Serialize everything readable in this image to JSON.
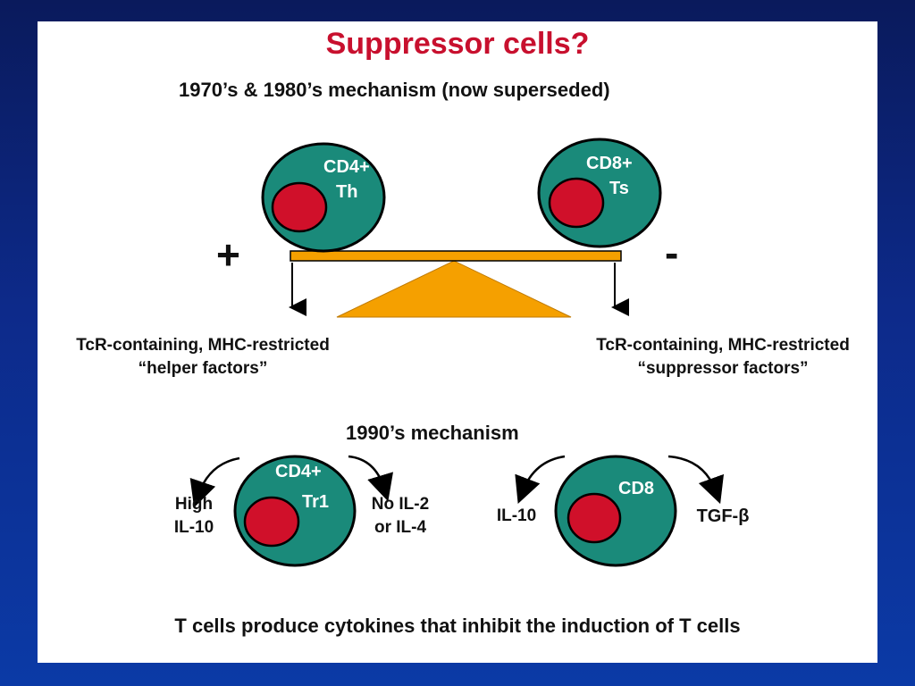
{
  "title": "Suppressor cells?",
  "subtitle_old": "1970’s & 1980’s mechanism (now superseded)",
  "old_mechanism": {
    "helper_cell": {
      "line1": "CD4+",
      "line2": "Th"
    },
    "suppressor_cell": {
      "line1": "CD8+",
      "line2": "Ts"
    },
    "plus_sign": "+",
    "minus_sign": "-",
    "helper_factors": {
      "line1": "TcR-containing, MHC-restricted",
      "line2": "“helper factors”"
    },
    "suppressor_factors": {
      "line1": "TcR-containing, MHC-restricted",
      "line2": "“suppressor factors”"
    }
  },
  "subtitle_new": "1990’s mechanism",
  "new_mechanism": {
    "tr1_cell": {
      "line1": "CD4+",
      "line2": "Tr1"
    },
    "tr1_left": {
      "line1": "High",
      "line2": "IL-10"
    },
    "tr1_right": {
      "line1": "No IL-2",
      "line2": "or IL-4"
    },
    "cd8_cell": {
      "line1": "CD8"
    },
    "cd8_left": "IL-10",
    "cd8_right": "TGF-β"
  },
  "footer": "T cells produce cytokines that inhibit the induction of T cells",
  "colors": {
    "title": "#c8102e",
    "cell_body": "#1a8a7a",
    "nucleus": "#d0102a",
    "seesaw": "#f5a000",
    "background": "#0d2a8a"
  }
}
